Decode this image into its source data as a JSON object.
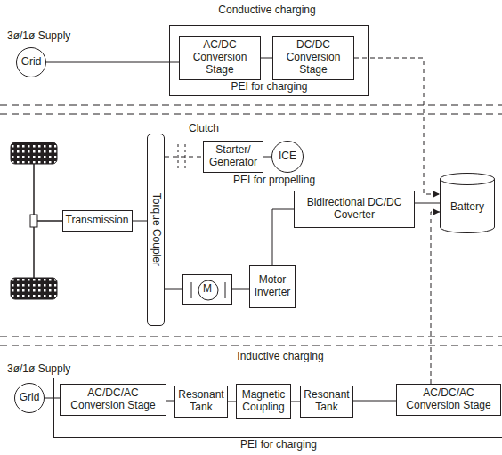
{
  "diagram": {
    "nodes": [
      {
        "text": [
          "Grid"
        ]
      },
      {
        "text": [
          "PEI for charging"
        ]
      },
      {
        "text": [
          "AC/DC Conversion Stage"
        ],
        "in": 1
      },
      {
        "text": [
          "DC/DC Conversion Stage"
        ],
        "in": 1
      },
      {
        "text": [
          "Starter/ Generator"
        ]
      },
      {
        "text": [
          "ICE"
        ]
      },
      {
        "text": [
          "Bidirectional DC/DC Coverter"
        ]
      },
      {
        "text": [
          "Battery"
        ]
      },
      {
        "text": [
          "Transmission"
        ]
      },
      {
        "text": [
          "Torque Coupler"
        ]
      },
      {
        "text": [
          "M"
        ]
      },
      {
        "text": [
          "Motor Inverter"
        ]
      },
      {
        "text": [
          "Grid"
        ]
      },
      {
        "text": [
          "PEI for charging"
        ]
      },
      {
        "text": [
          "AC/DC/AC Conversion Stage"
        ],
        "in": 13
      },
      {
        "text": [
          "Resonant Tank"
        ],
        "in": 13
      },
      {
        "text": [
          "Magnetic Coupling"
        ],
        "in": 13
      },
      {
        "text": [
          "Resonant Tank"
        ],
        "in": 13
      },
      {
        "text": [
          "AC/DC/AC Conversion Stage"
        ],
        "in": 13
      }
    ],
    "edges": [
      {
        "from": 0,
        "to": 2,
        "arrow": "none"
      },
      {
        "from": 2,
        "to": 3,
        "arrow": "none"
      },
      {
        "from": 3,
        "to": 7,
        "arrow": "to"
      },
      {
        "from": 4,
        "to": 5,
        "arrow": "none"
      },
      {
        "from": 9,
        "to": 4,
        "arrow": "none"
      },
      {
        "from": 6,
        "to": 7,
        "arrow": "none"
      },
      {
        "from": 8,
        "to": 9,
        "arrow": "none"
      },
      {
        "from": 9,
        "to": 10,
        "arrow": "none"
      },
      {
        "from": 10,
        "to": 11,
        "arrow": "none"
      },
      {
        "from": 11,
        "to": 6,
        "arrow": "none"
      },
      {
        "from": 12,
        "to": 14,
        "arrow": "none"
      },
      {
        "from": 14,
        "to": 15,
        "arrow": "none"
      },
      {
        "from": 15,
        "to": 16,
        "arrow": "none"
      },
      {
        "from": 16,
        "to": 17,
        "arrow": "none"
      },
      {
        "from": 17,
        "to": 18,
        "arrow": "none"
      },
      {
        "from": 18,
        "to": 7,
        "arrow": "to"
      }
    ],
    "labels": [
      "Conductive charging",
      "3ø/1ø Supply",
      "Clutch",
      "PEI for propelling",
      "Inductive charging",
      "3ø/1ø Supply"
    ]
  }
}
